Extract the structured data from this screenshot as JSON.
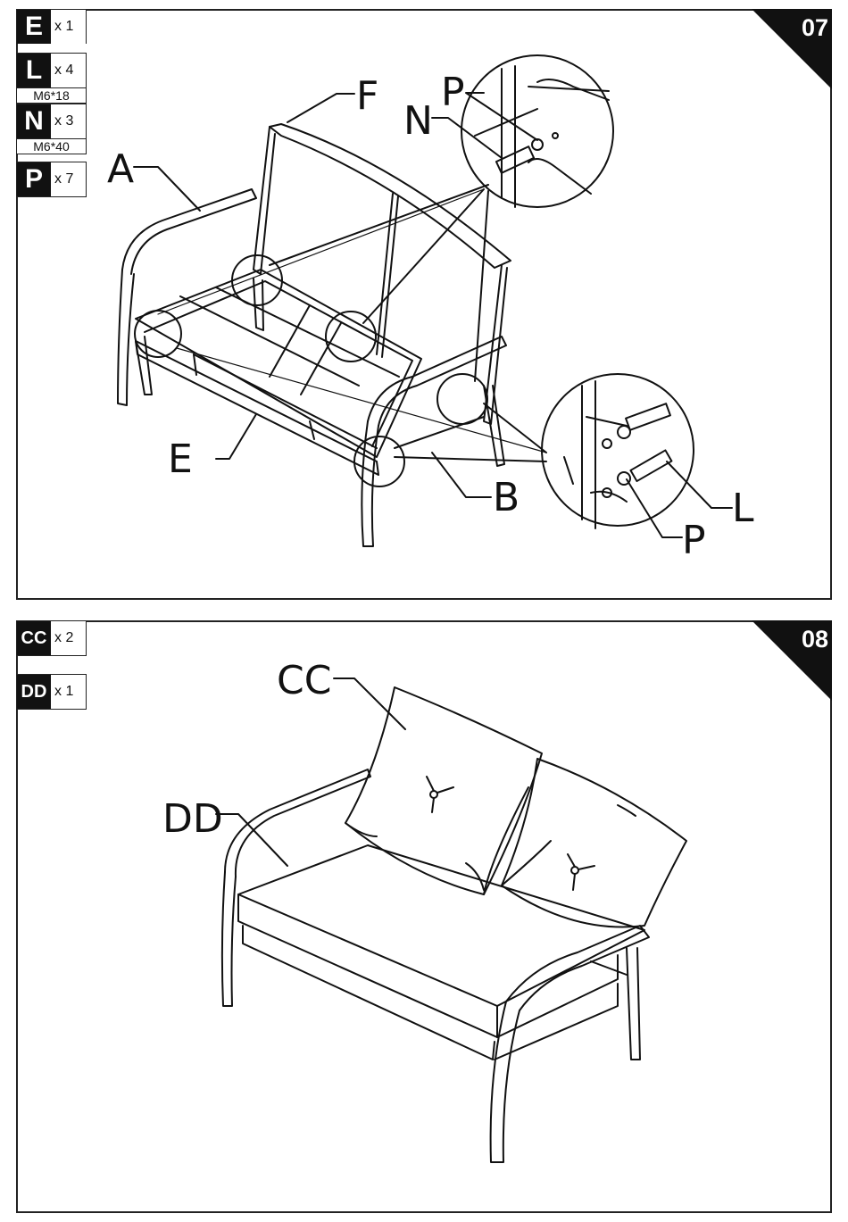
{
  "steps": [
    {
      "number": "07",
      "parts": [
        {
          "letter": "E",
          "qty": "x 1",
          "spec": ""
        },
        {
          "letter": "L",
          "qty": "x 4",
          "spec": "M6*18"
        },
        {
          "letter": "N",
          "qty": "x 3",
          "spec": "M6*40"
        },
        {
          "letter": "P",
          "qty": "x 7",
          "spec": ""
        }
      ],
      "callouts": {
        "a": "A",
        "b": "B",
        "e": "E",
        "f": "F",
        "n": "N",
        "p_top": "P",
        "p_bottom": "P",
        "l": "L"
      }
    },
    {
      "number": "08",
      "parts": [
        {
          "letter": "CC",
          "qty": "x 2",
          "spec": ""
        },
        {
          "letter": "DD",
          "qty": "x 1",
          "spec": ""
        }
      ],
      "callouts": {
        "cc": "CC",
        "dd": "DD"
      }
    }
  ]
}
